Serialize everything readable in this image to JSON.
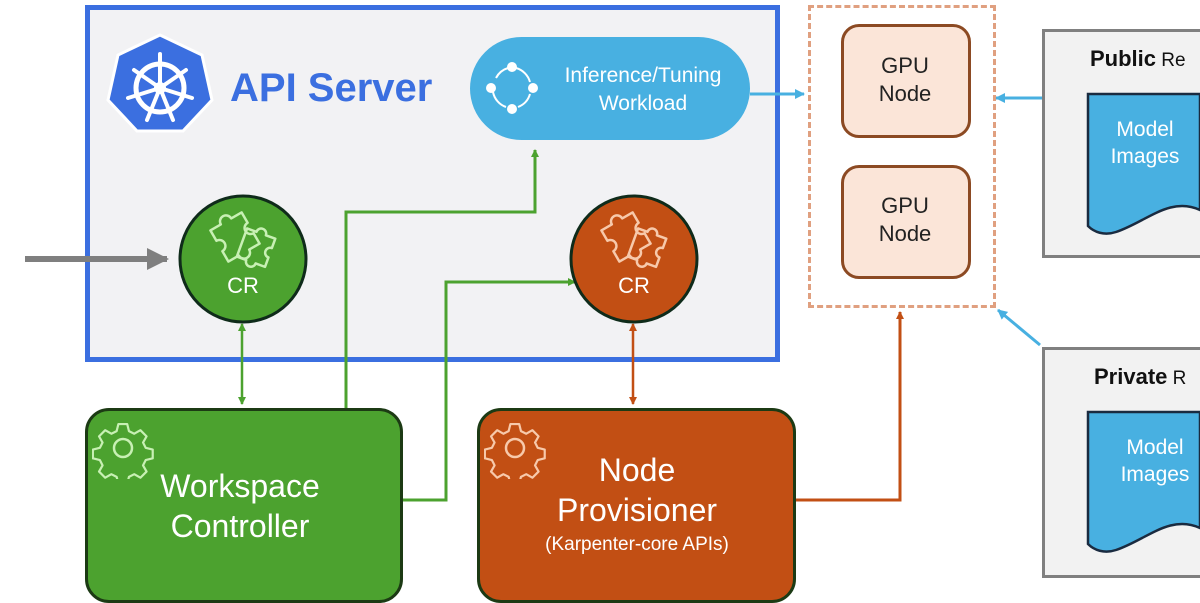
{
  "api_server": {
    "title": "API Server"
  },
  "workload": {
    "line1": "Inference/Tuning",
    "line2": "Workload"
  },
  "cr_green": {
    "label": "CR"
  },
  "cr_orange": {
    "label": "CR"
  },
  "workspace_controller": {
    "line1": "Workspace",
    "line2": "Controller"
  },
  "node_provisioner": {
    "line1": "Node",
    "line2": "Provisioner",
    "line3": "(Karpenter-core APIs)"
  },
  "gpu_nodes": [
    {
      "line1": "GPU",
      "line2": "Node"
    },
    {
      "line1": "GPU",
      "line2": "Node"
    }
  ],
  "public_registry": {
    "bold": "Public",
    "rest": " Re",
    "model_line1": "Model",
    "model_line2": "Images"
  },
  "private_registry": {
    "bold": "Private",
    "rest": " R",
    "model_line1": "Model",
    "model_line2": "Images"
  },
  "colors": {
    "api_blue": "#3b6fe0",
    "workload_blue": "#48b0e1",
    "green": "#4ca22f",
    "orange": "#c24f14",
    "gpu_fill": "#fbe5d8",
    "gpu_border": "#8c4a23",
    "arrow_gray": "#7f7f7f"
  }
}
